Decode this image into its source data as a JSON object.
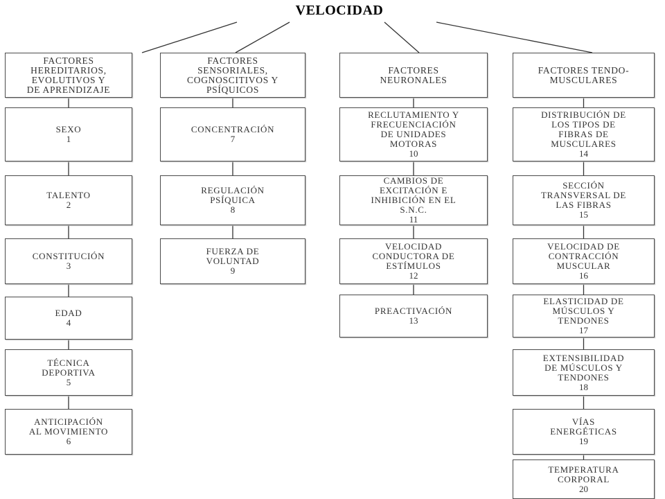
{
  "title": "VELOCIDAD",
  "columns": [
    {
      "header": [
        "FACTORES",
        "HEREDITARIOS,",
        "EVOLUTIVOS Y",
        "DE APRENDIZAJE"
      ],
      "items": [
        {
          "lines": [
            "SEXO"
          ],
          "num": "1"
        },
        {
          "lines": [
            "TALENTO"
          ],
          "num": "2"
        },
        {
          "lines": [
            "CONSTITUCIÓN"
          ],
          "num": "3"
        },
        {
          "lines": [
            "EDAD"
          ],
          "num": "4"
        },
        {
          "lines": [
            "TÉCNICA",
            "DEPORTIVA"
          ],
          "num": "5"
        },
        {
          "lines": [
            "ANTICIPACIÓN",
            "AL MOVIMIENTO"
          ],
          "num": "6"
        }
      ]
    },
    {
      "header": [
        "FACTORES",
        "SENSORIALES,",
        "COGNOSCITIVOS Y",
        "PSÍQUICOS"
      ],
      "items": [
        {
          "lines": [
            "CONCENTRACIÓN"
          ],
          "num": "7"
        },
        {
          "lines": [
            "REGULACIÓN",
            "PSÍQUICA"
          ],
          "num": "8"
        },
        {
          "lines": [
            "FUERZA DE",
            "VOLUNTAD"
          ],
          "num": "9"
        }
      ]
    },
    {
      "header": [
        "FACTORES",
        "NEURONALES"
      ],
      "items": [
        {
          "lines": [
            "RECLUTAMIENTO Y",
            "FRECUENCIACIÓN",
            "DE UNIDADES",
            "MOTORAS"
          ],
          "num": "10"
        },
        {
          "lines": [
            "CAMBIOS DE",
            "EXCITACIÓN E",
            "INHIBICIÓN EN EL",
            "S.N.C."
          ],
          "num": "11"
        },
        {
          "lines": [
            "VELOCIDAD",
            "CONDUCTORA DE",
            "ESTÍMULOS"
          ],
          "num": "12"
        },
        {
          "lines": [
            "PREACTIVACIÓN"
          ],
          "num": "13"
        }
      ]
    },
    {
      "header": [
        "FACTORES TENDO-",
        "MUSCULARES"
      ],
      "items": [
        {
          "lines": [
            "DISTRIBUCIÓN DE",
            "LOS TIPOS DE",
            "FIBRAS DE",
            "MUSCULARES"
          ],
          "num": "14"
        },
        {
          "lines": [
            "SECCIÓN",
            "TRANSVERSAL DE",
            "LAS FIBRAS"
          ],
          "num": "15"
        },
        {
          "lines": [
            "VELOCIDAD DE",
            "CONTRACCIÓN",
            "MUSCULAR"
          ],
          "num": "16"
        },
        {
          "lines": [
            "ELASTICIDAD DE",
            "MÚSCULOS Y",
            "TENDONES"
          ],
          "num": "17"
        },
        {
          "lines": [
            "EXTENSIBILIDAD",
            "DE MÚSCULOS Y",
            "TENDONES"
          ],
          "num": "18"
        },
        {
          "lines": [
            "VÍAS",
            "ENERGÉTICAS"
          ],
          "num": "19"
        },
        {
          "lines": [
            "TEMPERATURA",
            "CORPORAL"
          ],
          "num": "20"
        }
      ]
    }
  ]
}
